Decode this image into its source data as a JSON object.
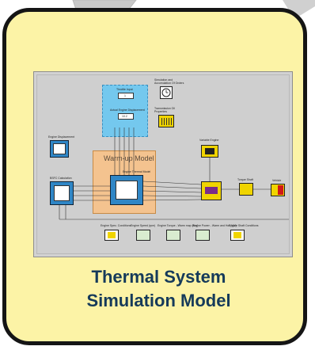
{
  "title": {
    "line1": "Thermal System",
    "line2": "Simulation Model"
  },
  "diagram": {
    "warmup_label": "Warm-up Model",
    "blocks": {
      "sim_time": "Simulation and\nAccumulation Of Orders",
      "transmission": "Transmission Oil\nProperties",
      "throttle": "Throttle Input",
      "throttle_val": "1",
      "actual_disp": "Actual Engine Displacement",
      "actual_disp_val": "10.2",
      "engine_disp": "Engine Displacement",
      "bsfc": "BSFC Calculation",
      "variable_engine": "Variable Engine",
      "torque_shaft": "Torque Shaft",
      "vehicle": "Vehicle",
      "engine_block": "Engine Thermal Model"
    },
    "scopes": [
      "Engine Spec. Conditions",
      "Engine Speed (rpm)",
      "Engine Torque - Warm map (Nm)",
      "Engine Power - Warm and Hot (kW)",
      "Engine Shaft Conditions"
    ],
    "colors": {
      "card_bg": "#fcf3a6",
      "warmup_bg": "#f4c38f",
      "blue_region": "#74c8ee",
      "title": "#153a5a"
    }
  }
}
